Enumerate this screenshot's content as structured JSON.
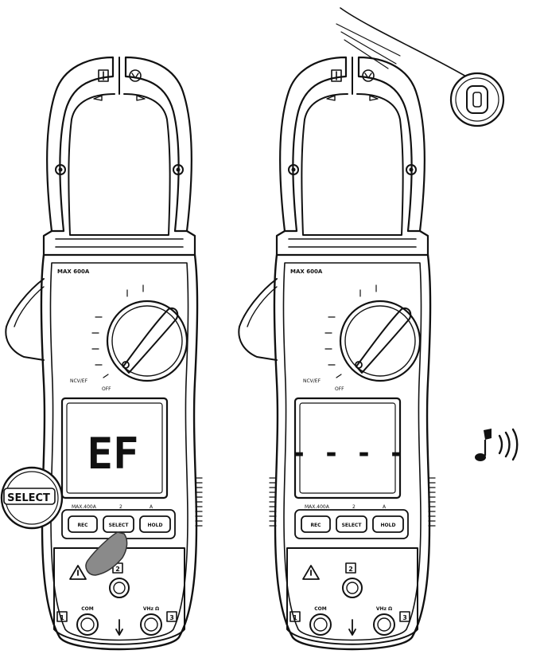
{
  "colors": {
    "ink": "#111111",
    "paper": "#ffffff",
    "hand": "#8a8a8a"
  },
  "meter_left": {
    "display_value": "EF",
    "callout_label": "SELECT",
    "range_label_left": "MAX.400A",
    "range_label_mid": "2",
    "range_label_right": "A",
    "buttons": {
      "left": "REC",
      "middle": "SELECT",
      "right": "HOLD"
    },
    "jack_label_com": "COM",
    "jack_label_v": "VHz Ω",
    "mode_label": "NCV/EF",
    "off_label": "OFF",
    "spec_label": "MAX 600A",
    "terminal_labels": [
      "1",
      "2",
      "3"
    ]
  },
  "meter_right": {
    "display_value": "- - - -",
    "range_label_left": "MAX.400A",
    "range_label_mid": "2",
    "range_label_right": "A",
    "buttons": {
      "left": "REC",
      "middle": "SELECT",
      "right": "HOLD"
    },
    "jack_label_com": "COM",
    "jack_label_v": "VHz Ω",
    "mode_label": "NCV/EF",
    "off_label": "OFF",
    "spec_label": "MAX 600A",
    "terminal_labels": [
      "1",
      "2",
      "3"
    ]
  },
  "icons": [
    "music-note-icon",
    "sound-waves-icon",
    "ncv-sensor-icon",
    "warning-icon",
    "finger-press-icon"
  ]
}
